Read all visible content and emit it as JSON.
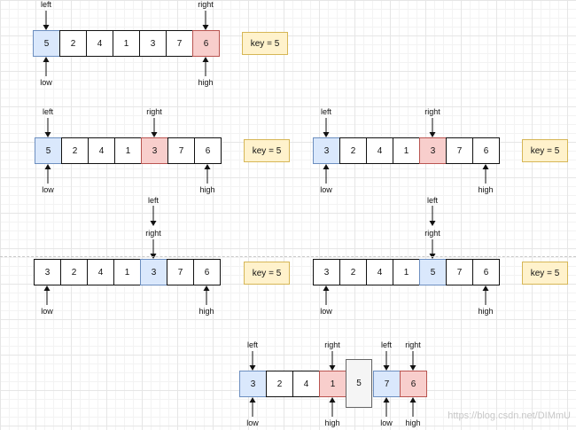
{
  "panels": [
    {
      "cells": [
        {
          "value": "5",
          "color": "blue"
        },
        {
          "value": "2"
        },
        {
          "value": "4"
        },
        {
          "value": "1"
        },
        {
          "value": "3"
        },
        {
          "value": "7"
        },
        {
          "value": "6",
          "color": "red"
        }
      ],
      "key": "key = 5",
      "top_pointers": [
        {
          "label": "left",
          "index": 0
        },
        {
          "label": "right",
          "index": 6
        }
      ],
      "bottom_pointers": [
        {
          "label": "low",
          "index": 0
        },
        {
          "label": "high",
          "index": 6
        }
      ]
    },
    {
      "cells": [
        {
          "value": "5",
          "color": "blue"
        },
        {
          "value": "2"
        },
        {
          "value": "4"
        },
        {
          "value": "1"
        },
        {
          "value": "3",
          "color": "red"
        },
        {
          "value": "7"
        },
        {
          "value": "6"
        }
      ],
      "key": "key = 5",
      "top_pointers": [
        {
          "label": "left",
          "index": 0
        },
        {
          "label": "right",
          "index": 4
        }
      ],
      "bottom_pointers": [
        {
          "label": "low",
          "index": 0
        },
        {
          "label": "high",
          "index": 6
        }
      ]
    },
    {
      "cells": [
        {
          "value": "3",
          "color": "blue"
        },
        {
          "value": "2"
        },
        {
          "value": "4"
        },
        {
          "value": "1"
        },
        {
          "value": "3",
          "color": "red"
        },
        {
          "value": "7"
        },
        {
          "value": "6"
        }
      ],
      "key": "key = 5",
      "top_pointers": [
        {
          "label": "left",
          "index": 0
        },
        {
          "label": "right",
          "index": 4
        }
      ],
      "bottom_pointers": [
        {
          "label": "low",
          "index": 0
        },
        {
          "label": "high",
          "index": 6
        }
      ]
    },
    {
      "cells": [
        {
          "value": "3"
        },
        {
          "value": "2"
        },
        {
          "value": "4"
        },
        {
          "value": "1"
        },
        {
          "value": "3",
          "color": "blue"
        },
        {
          "value": "7"
        },
        {
          "value": "6"
        }
      ],
      "key": "key = 5",
      "top_pointers": [
        {
          "label": "left\nright",
          "index": 4
        }
      ],
      "bottom_pointers": [
        {
          "label": "low",
          "index": 0
        },
        {
          "label": "high",
          "index": 6
        }
      ]
    },
    {
      "cells": [
        {
          "value": "3"
        },
        {
          "value": "2"
        },
        {
          "value": "4"
        },
        {
          "value": "1"
        },
        {
          "value": "5",
          "color": "blue"
        },
        {
          "value": "7"
        },
        {
          "value": "6"
        }
      ],
      "key": "key = 5",
      "top_pointers": [
        {
          "label": "left\nright",
          "index": 4
        }
      ],
      "bottom_pointers": [
        {
          "label": "low",
          "index": 0
        },
        {
          "label": "high",
          "index": 6
        }
      ]
    },
    {
      "left_cells": [
        {
          "value": "3",
          "color": "blue"
        },
        {
          "value": "2"
        },
        {
          "value": "4"
        },
        {
          "value": "1",
          "color": "red"
        }
      ],
      "pivot": "5",
      "right_cells": [
        {
          "value": "7",
          "color": "blue"
        },
        {
          "value": "6",
          "color": "red"
        }
      ],
      "top_pointers": [
        {
          "label": "left",
          "group": "left",
          "index": 0
        },
        {
          "label": "right",
          "group": "left",
          "index": 3
        },
        {
          "label": "left",
          "group": "right",
          "index": 0
        },
        {
          "label": "right",
          "group": "right",
          "index": 1
        }
      ],
      "bottom_pointers": [
        {
          "label": "low",
          "group": "left",
          "index": 0
        },
        {
          "label": "high",
          "group": "left",
          "index": 3
        },
        {
          "label": "low",
          "group": "right",
          "index": 0
        },
        {
          "label": "high",
          "group": "right",
          "index": 1
        }
      ]
    }
  ],
  "watermark": "https://blog.csdn.net/DIMmU",
  "colors": {
    "blue_fill": "#dae8fc",
    "blue_border": "#6c8ebf",
    "red_fill": "#f8cecc",
    "red_border": "#b85450",
    "key_fill": "#fff2cc",
    "key_border": "#d6b656",
    "pivot_fill": "#f5f5f5"
  }
}
